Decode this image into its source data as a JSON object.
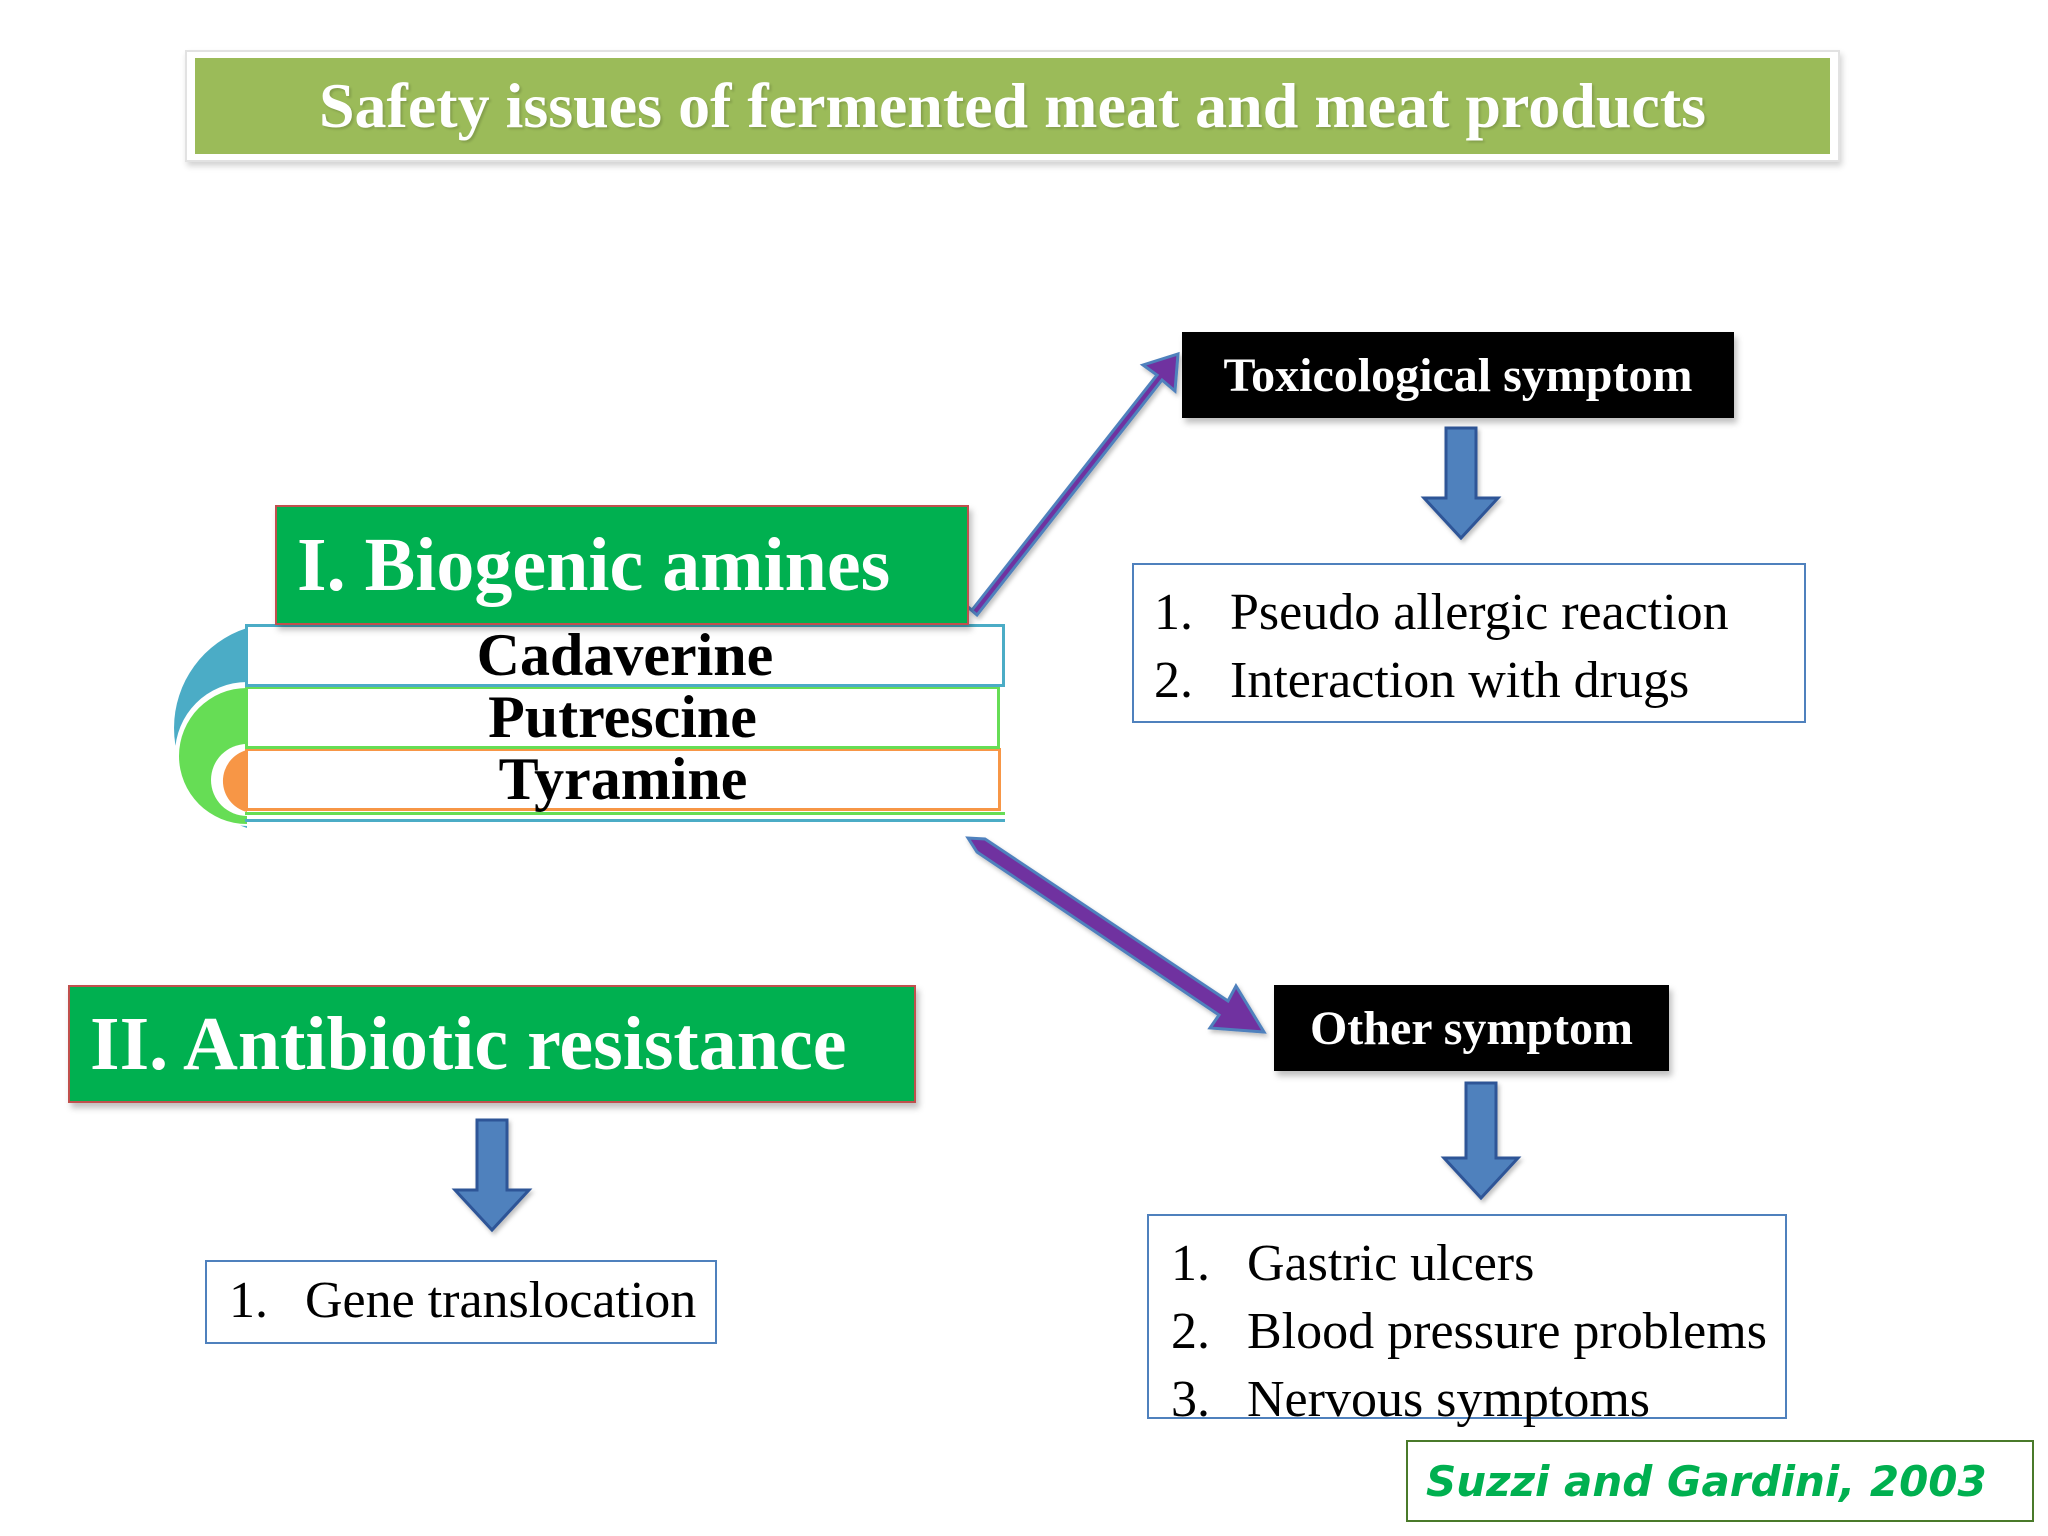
{
  "title": "Safety issues of fermented meat and meat products",
  "sections": {
    "biogenic": {
      "heading": "I. Biogenic amines",
      "amines": [
        "Cadaverine",
        "Putrescine",
        "Tyramine"
      ]
    },
    "antibiotic": {
      "heading": "II. Antibiotic resistance",
      "items": [
        {
          "num": "1.",
          "text": "Gene translocation"
        }
      ]
    }
  },
  "toxicological": {
    "heading": "Toxicological symptom",
    "items": [
      {
        "num": "1.",
        "text": "Pseudo allergic reaction"
      },
      {
        "num": "2.",
        "text": "Interaction with drugs"
      }
    ]
  },
  "other": {
    "heading": "Other symptom",
    "items": [
      {
        "num": "1.",
        "text": "Gastric ulcers"
      },
      {
        "num": "2.",
        "text": "Blood pressure problems"
      },
      {
        "num": "3.",
        "text": "Nervous symptoms"
      }
    ]
  },
  "citation": "Suzzi and Gardini, 2003",
  "colors": {
    "title_bar": "#9bbb59",
    "heading_green": "#00b050",
    "heading_border": "#c0504d",
    "diagonal_arrow": "#7030a0",
    "diagonal_arrow_outline": "#4f81bd",
    "down_arrow": "#4f81bd",
    "down_arrow_outline": "#2f5597",
    "arc_blue": "#4bacc6",
    "arc_green": "#66dd55",
    "arc_orange": "#f79646"
  }
}
